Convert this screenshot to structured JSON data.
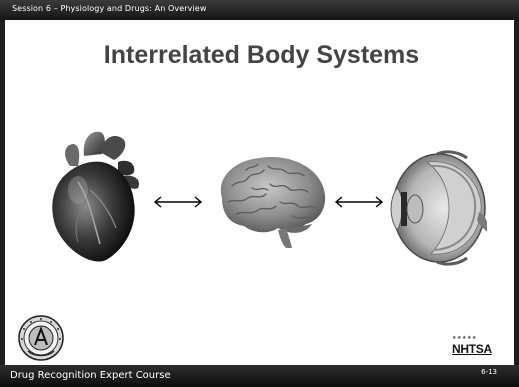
{
  "header": {
    "session_label": "Session 6 – Physiology and Drugs: An Overview"
  },
  "slide": {
    "title": "Interrelated Body Systems",
    "images": [
      {
        "name": "heart",
        "icon": "heart-illustration"
      },
      {
        "name": "brain",
        "icon": "brain-illustration"
      },
      {
        "name": "eye",
        "icon": "eye-cross-section-illustration"
      }
    ],
    "arrows": [
      "↔",
      "↔"
    ]
  },
  "logos": {
    "left": {
      "icon": "dre-seal-logo"
    },
    "right": {
      "icon": "nhtsa-logo",
      "text": "NHTSA"
    }
  },
  "footer": {
    "course": "Drug Recognition Expert Course",
    "page": "6-13"
  },
  "colors": {
    "bar": "#1a1a1a",
    "title": "#444444",
    "background": "#ffffff"
  }
}
